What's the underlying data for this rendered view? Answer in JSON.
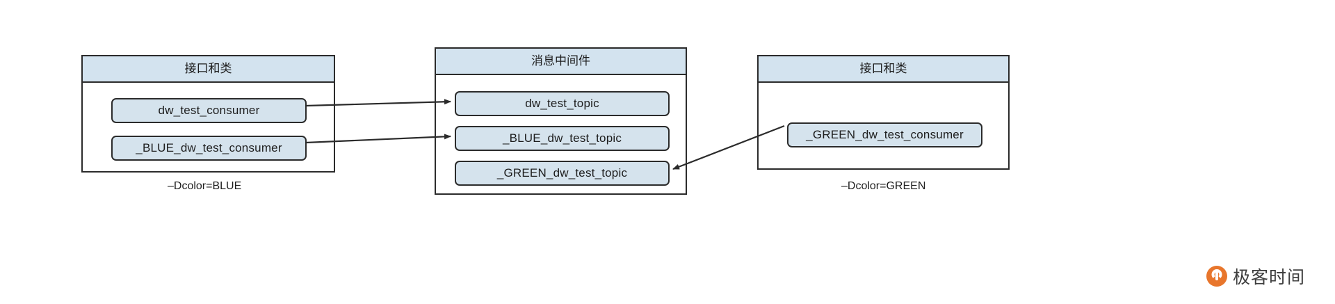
{
  "diagram": {
    "type": "blue-green deployment message middleware diagram",
    "packages": [
      {
        "id": "left",
        "title": "接口和类",
        "caption": "–Dcolor=BLUE",
        "nodes": [
          {
            "label": "dw_test_consumer"
          },
          {
            "label": "_BLUE_dw_test_consumer"
          }
        ]
      },
      {
        "id": "middle",
        "title": "消息中间件",
        "caption": "",
        "nodes": [
          {
            "label": "dw_test_topic"
          },
          {
            "label": "_BLUE_dw_test_topic"
          },
          {
            "label": "_GREEN_dw_test_topic"
          }
        ]
      },
      {
        "id": "right",
        "title": "接口和类",
        "caption": "–Dcolor=GREEN",
        "nodes": [
          {
            "label": "_GREEN_dw_test_consumer"
          }
        ]
      }
    ],
    "edges": [
      {
        "from": "dw_test_consumer",
        "to": "dw_test_topic"
      },
      {
        "from": "_BLUE_dw_test_consumer",
        "to": "_BLUE_dw_test_topic"
      },
      {
        "from": "_GREEN_dw_test_consumer",
        "to": "_GREEN_dw_test_topic"
      }
    ],
    "colors": {
      "node_fill": "#d5e3ed",
      "title_fill": "#d3e3ef",
      "stroke": "#2b2b2b",
      "background": "#ffffff",
      "watermark_accent": "#e8762c"
    }
  },
  "watermark": {
    "text": "极客时间"
  }
}
